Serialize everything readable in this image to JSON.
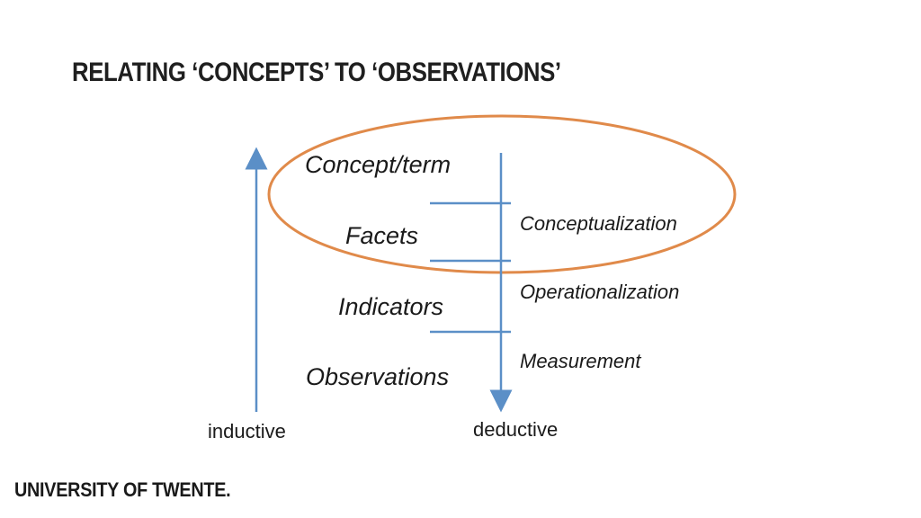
{
  "title": "RELATING ‘CONCEPTS’ TO ‘OBSERVATIONS’",
  "levels": {
    "concept": "Concept/term",
    "facets": "Facets",
    "indicators": "Indicators",
    "observations": "Observations"
  },
  "processes": {
    "conceptualization": "Conceptualization",
    "operationalization": "Operationalization",
    "measurement": "Measurement"
  },
  "directions": {
    "inductive": "inductive",
    "deductive": "deductive"
  },
  "logo_text": "UNIVERSITY OF TWENTE.",
  "colors": {
    "arrow": "#5b8fc7",
    "ellipse": "#e08a4a",
    "text": "#1a1a1a"
  }
}
